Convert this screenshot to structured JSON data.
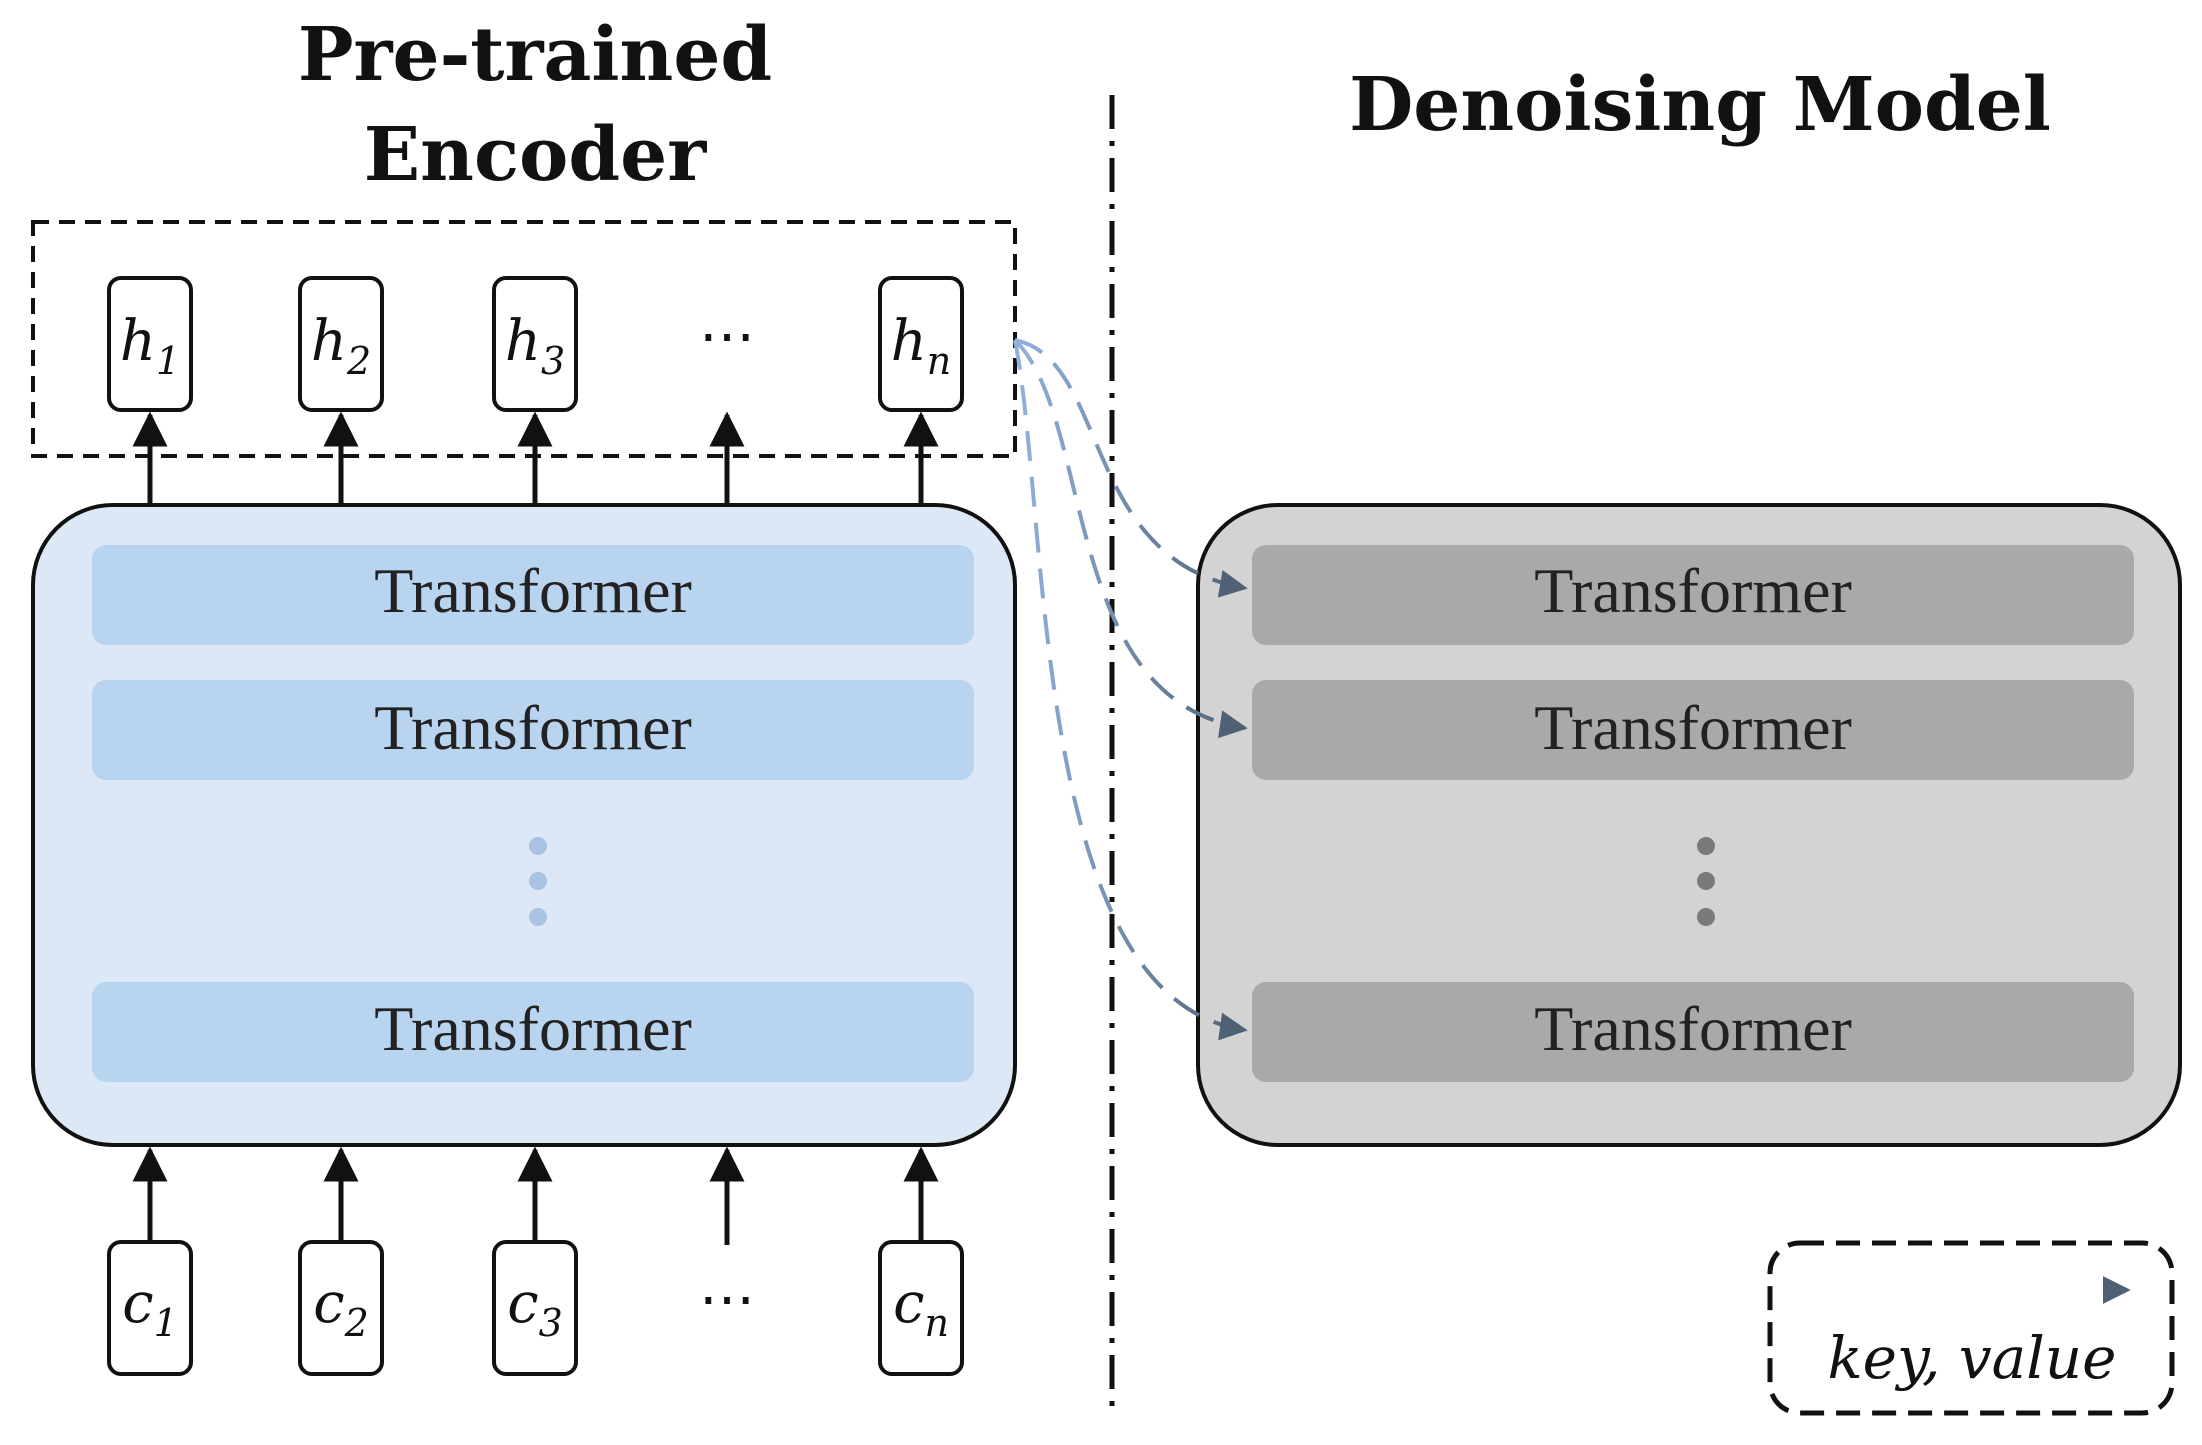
{
  "encoder": {
    "title_line1": "Pre-trained",
    "title_line2": "Encoder",
    "layers": [
      "Transformer",
      "Transformer",
      "Transformer"
    ],
    "outputs": [
      {
        "base": "h",
        "sub": "1"
      },
      {
        "base": "h",
        "sub": "2"
      },
      {
        "base": "h",
        "sub": "3"
      },
      {
        "base": "h",
        "sub": "n"
      }
    ],
    "inputs": [
      {
        "base": "c",
        "sub": "1"
      },
      {
        "base": "c",
        "sub": "2"
      },
      {
        "base": "c",
        "sub": "3"
      },
      {
        "base": "c",
        "sub": "n"
      }
    ],
    "ellipsis": "⋯"
  },
  "denoiser": {
    "title": "Denoising Model",
    "layers": [
      "Transformer",
      "Transformer",
      "Transformer"
    ]
  },
  "legend": {
    "label": "key, value"
  },
  "colors": {
    "encoder_bg": "#dce8f5",
    "encoder_layer": "#b8d4ee",
    "encoder_dots": "#a9c3e2",
    "denoiser_bg": "#d3d3d3",
    "denoiser_layer": "#a9a9a9",
    "denoiser_dots": "#7a7a7a",
    "dashed_arrow_start": "#93b1dd",
    "dashed_arrow_end": "#4f6275",
    "stroke": "#111111"
  }
}
